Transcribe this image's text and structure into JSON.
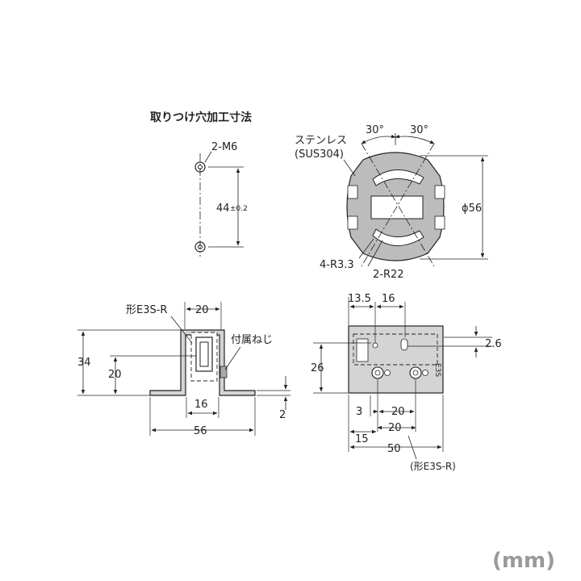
{
  "title": "取りつけ穴加工寸法",
  "unit": "(mm)",
  "hole_view": {
    "thread_label": "2-M6",
    "pitch_value": "44",
    "pitch_tolerance": "±0.2"
  },
  "front_view": {
    "material_line1": "ステンレス",
    "material_line2": "(SUS304)",
    "angle_left": "30°",
    "angle_right": "30°",
    "diameter": "ϕ56",
    "radius_small": "4-R3.3",
    "radius_large": "2-R22"
  },
  "side_view": {
    "sensor_label": "形E3S-R",
    "top_width": "20",
    "screw_label": "付属ねじ",
    "height_total": "34",
    "height_mid": "20",
    "inner_width": "16",
    "thickness": "2",
    "base_width": "56"
  },
  "top_view": {
    "dim_13_5": "13.5",
    "dim_16": "16",
    "dim_2_6": "2.6",
    "dim_26": "26",
    "dim_3": "3",
    "dim_20a": "20",
    "dim_20b": "20",
    "dim_15": "15",
    "dim_50": "50",
    "sensor_ref": "(形E3S-R)"
  }
}
